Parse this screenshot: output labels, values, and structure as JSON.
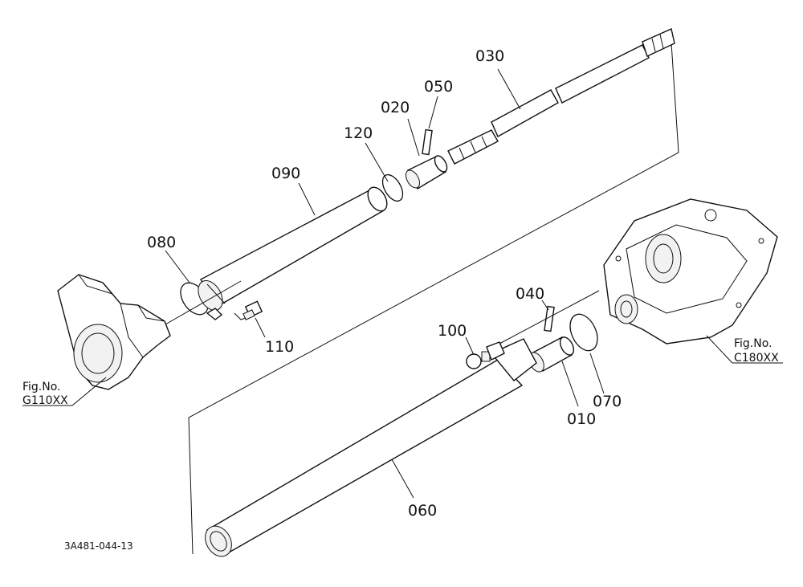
{
  "parts": {
    "p010": "010",
    "p020": "020",
    "p030": "030",
    "p040": "040",
    "p050": "050",
    "p060": "060",
    "p070": "070",
    "p080": "080",
    "p090": "090",
    "p100": "100",
    "p110": "110",
    "p120": "120"
  },
  "references": {
    "left": {
      "line1": "Fig.No.",
      "line2": "G110XX"
    },
    "right": {
      "line1": "Fig.No.",
      "line2": "C180XX"
    }
  },
  "drawing_code": "3A481-044-13"
}
